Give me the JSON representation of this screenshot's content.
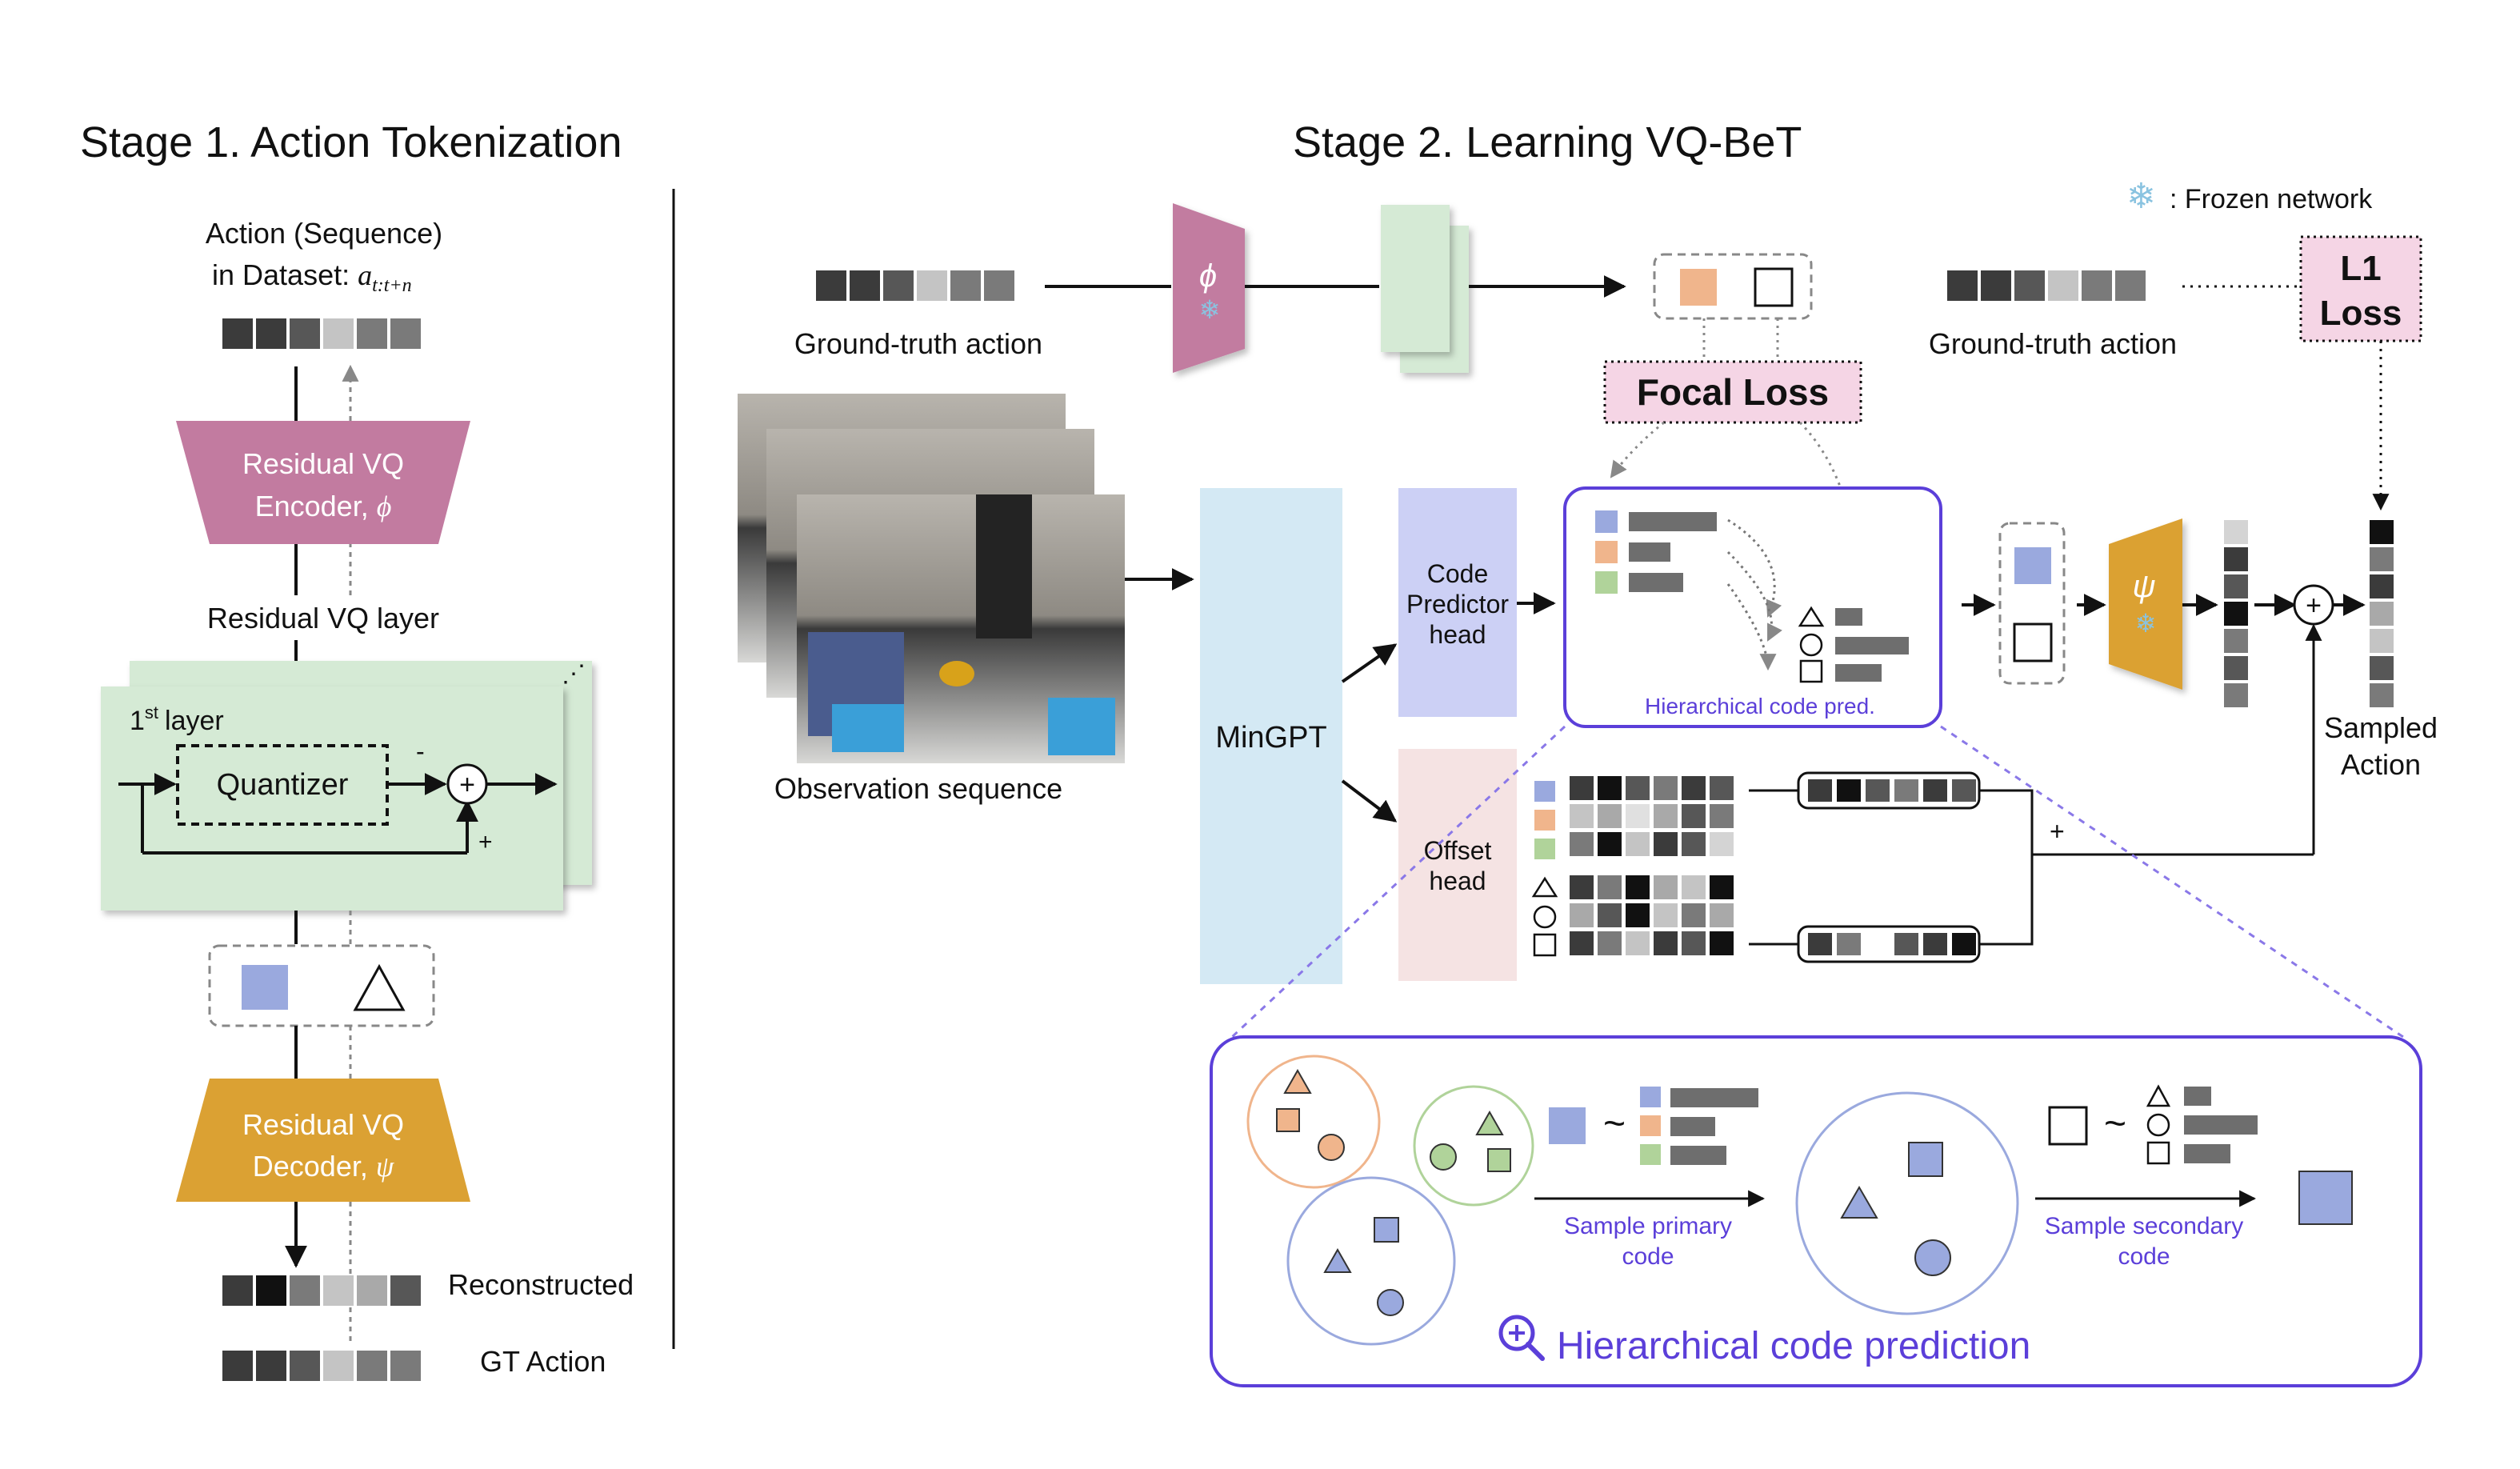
{
  "stage1": {
    "title": "Stage 1. Action Tokenization",
    "action_seq_line1": "Action (Sequence)",
    "action_seq_line2": "in Dataset:",
    "action_symbol": "a",
    "action_subscript": "t:t+n",
    "encoder_line1": "Residual VQ",
    "encoder_line2": "Encoder,",
    "encoder_symbol": "ϕ",
    "residual_layer_label": "Residual VQ layer",
    "first_layer_prefix": "1",
    "first_layer_sup": "st",
    "first_layer_suffix": "layer",
    "quantizer_label": "Quantizer",
    "minus_sign": "-",
    "plus_sign": "+",
    "sum_symbol": "+",
    "decoder_line1": "Residual VQ",
    "decoder_line2": "Decoder,",
    "decoder_symbol": "ψ",
    "reconstructed_label": "Reconstructed",
    "gt_action_label": "GT Action"
  },
  "stage2": {
    "title": "Stage 2. Learning VQ-BeT",
    "frozen_legend": ": Frozen network",
    "gt_action_label_left": "Ground-truth action",
    "gt_action_label_right": "Ground-truth action",
    "encoder_symbol": "ϕ",
    "focal_loss": "Focal Loss",
    "l1_loss_line1": "L1",
    "l1_loss_line2": "Loss",
    "observation_label": "Observation sequence",
    "mingpt_label": "MinGPT",
    "code_head_line1": "Code",
    "code_head_line2": "Predictor",
    "code_head_line3": "head",
    "offset_head_line1": "Offset",
    "offset_head_line2": "head",
    "hier_pred_label": "Hierarchical code pred.",
    "decoder_symbol": "ψ",
    "sum_symbol": "+",
    "offset_plus": "+",
    "sampled_action_line1": "Sampled",
    "sampled_action_line2": "Action"
  },
  "zoom_panel": {
    "title": "Hierarchical code prediction",
    "sample_primary_line1": "Sample primary",
    "sample_primary_line2": "code",
    "sample_secondary_line1": "Sample secondary",
    "sample_secondary_line2": "code",
    "tilde": "~"
  },
  "colors": {
    "encoder_pink": "#c27ba0",
    "decoder_gold": "#dba133",
    "layer_green": "#d5ead5",
    "mingpt_blue": "#d4e9f4",
    "code_head_purple": "#ccd0f5",
    "offset_head_pink": "#f5e3e3",
    "loss_pink": "#f5d5e5",
    "code_blue": "#9aa9de",
    "code_orange": "#f0b58c",
    "code_green": "#b0d39a",
    "accent_purple": "#5b3fd9",
    "frozen_blue": "#8ac3e0"
  },
  "icons": [
    "snowflake-icon",
    "zoom-in-icon",
    "triangle-icon",
    "circle-icon",
    "square-icon"
  ]
}
